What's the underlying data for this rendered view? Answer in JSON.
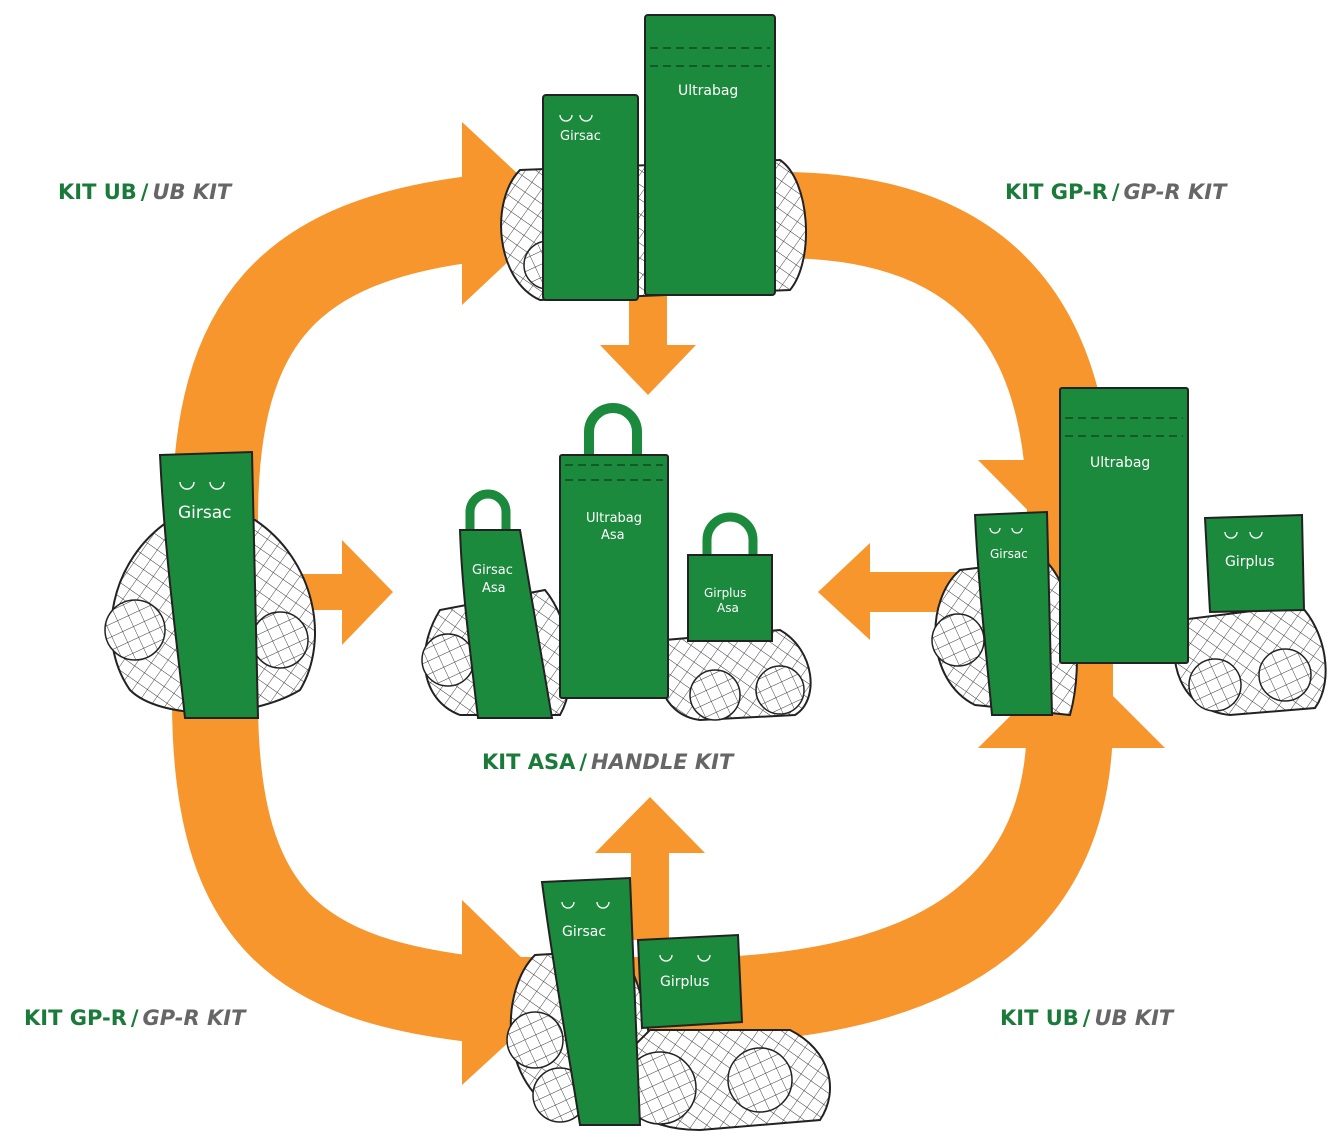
{
  "labels": {
    "top_left": {
      "main": "KIT UB",
      "sep": "/",
      "alt": "UB KIT"
    },
    "top_right": {
      "main": "KIT GP-R",
      "sep": "/",
      "alt": "GP-R KIT"
    },
    "center": {
      "main": "KIT ASA",
      "sep": "/",
      "alt": "HANDLE KIT"
    },
    "bottom_left": {
      "main": "KIT GP-R",
      "sep": "/",
      "alt": "GP-R KIT"
    },
    "bottom_right": {
      "main": "KIT UB",
      "sep": "/",
      "alt": "UB KIT"
    }
  },
  "bags": {
    "top_girsac": "Girsac",
    "top_ultrabag": "Ultrabag",
    "left_girsac": "Girsac",
    "center_girsac_1": "Girsac",
    "center_girsac_2": "Asa",
    "center_ultrabag_1": "Ultrabag",
    "center_ultrabag_2": "Asa",
    "center_girplus_1": "Girplus",
    "center_girplus_2": "Asa",
    "right_girsac": "Girsac",
    "right_ultrabag": "Ultrabag",
    "right_girplus": "Girplus",
    "bottom_girsac": "Girsac",
    "bottom_girplus": "Girplus"
  },
  "colors": {
    "arrow": "#f7962d",
    "bag": "#1b8a3c",
    "bag_dark": "#146b2e",
    "label_green": "#1a7a3a",
    "label_grey": "#666666"
  }
}
